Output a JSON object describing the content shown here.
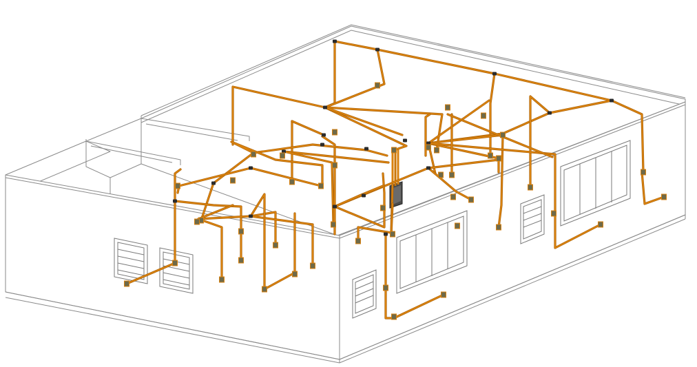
{
  "scene": {
    "subject": "isometric-building-model",
    "background_color": "#ffffff",
    "wall_line_color": "#8a8a8a",
    "wall_fill_color": "#ffffff",
    "window_line_color": "#7a7a7a",
    "conduit_color": "#d9820f",
    "conduit_dark_color": "#a85f05",
    "fitting_color": "#2b2b2b",
    "device_box_color": "#6e6a4a",
    "panel_color": "#4a4a4a",
    "conduit_run_count": 40,
    "device_box_count": 46,
    "window_count": 5
  }
}
